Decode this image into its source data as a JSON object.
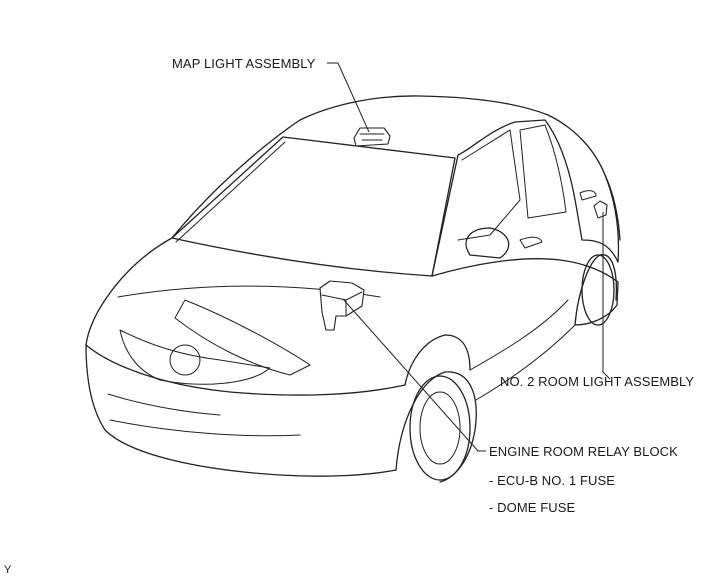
{
  "labels": {
    "map_light": "MAP LIGHT ASSEMBLY",
    "room_light_2": "NO. 2 ROOM LIGHT ASSEMBLY",
    "relay_block": "ENGINE ROOM RELAY BLOCK",
    "fuse_ecub": "- ECU-B NO. 1 FUSE",
    "fuse_dome": "- DOME FUSE",
    "corner_code": "Y"
  }
}
